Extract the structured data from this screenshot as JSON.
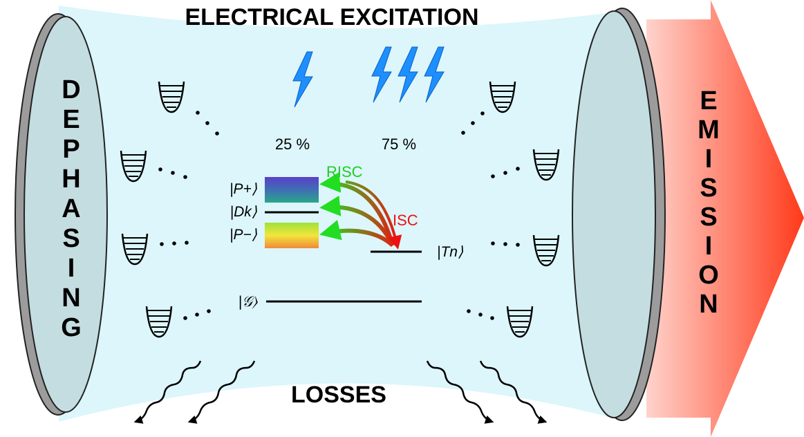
{
  "title_top": "ELECTRICAL EXCITATION",
  "title_bottom": "LOSSES",
  "left_label": "DEPHASING",
  "right_label": "EMISSION",
  "pct_singlet": "25 %",
  "pct_triplet": "75 %",
  "risc_label": "RISC",
  "isc_label": "ISC",
  "states": {
    "p_plus": "|P+⟩",
    "d_k": "|Dk⟩",
    "p_minus": "|P−⟩",
    "t_n": "|Tn⟩",
    "g": "|𝒢⟩"
  },
  "colors": {
    "cavity": "#dcf6fb",
    "mirror_face": "#c4dde0",
    "mirror_rim": "#9c9c9c",
    "lightning": "#1e8fff",
    "risc": "#22dd22",
    "isc": "#ee1111",
    "emission_start": "#ffd0c8",
    "emission_end": "#ff3a1a"
  }
}
